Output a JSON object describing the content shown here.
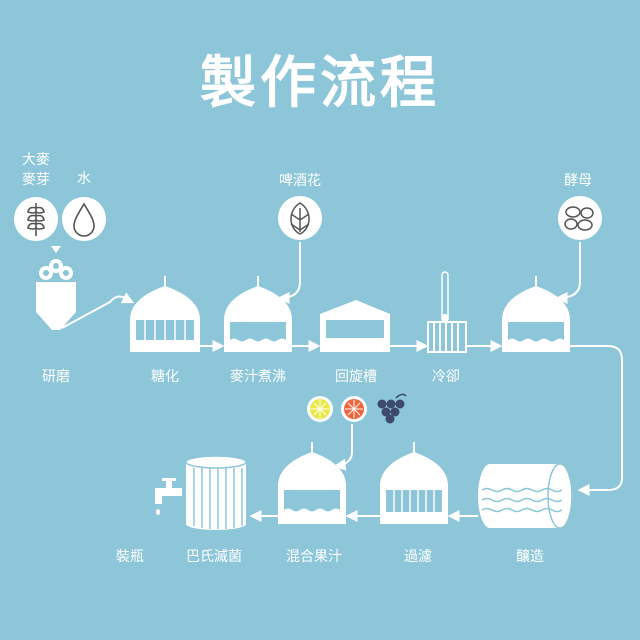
{
  "title": "製作流程",
  "ingredients": {
    "malt": "大麥\n麥芽",
    "water": "水",
    "hops": "啤酒花",
    "yeast": "酵母"
  },
  "steps": {
    "milling": "研磨",
    "mashing": "糖化",
    "boiling": "麥汁煮沸",
    "whirlpool": "回旋槽",
    "cooling": "冷卻",
    "fermentation": "釀造",
    "filtration": "過濾",
    "blending": "混合果汁",
    "pasteurization": "巴氏滅菌",
    "bottling": "裝瓶"
  },
  "colors": {
    "background": "#8cc6d8",
    "line": "#ffffff",
    "lemon": "#e8e84a",
    "grapefruit": "#f0643c",
    "grape": "#3d4a6e"
  }
}
